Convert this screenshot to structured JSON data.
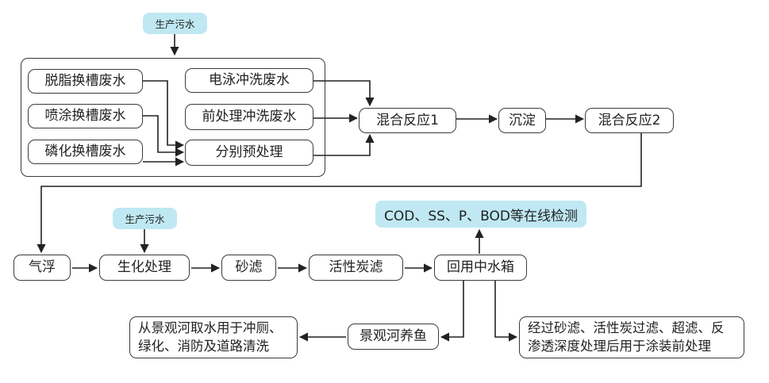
{
  "tags": {
    "source_top": "生产污水",
    "source_bottom": "生产污水",
    "monitoring": "COD、SS、P、BOD等在线检测"
  },
  "nodes": {
    "degreasing_bath": "脱脂换槽废水",
    "spraying_bath": "喷涂换槽废水",
    "phosphating_bath": "磷化换槽废水",
    "electrophoresis_rinse": "电泳冲洗废水",
    "pretreatment_rinse": "前处理冲洗废水",
    "separate_pretreatment": "分别预处理",
    "mix_reaction_1": "混合反应1",
    "sedimentation": "沉淀",
    "mix_reaction_2": "混合反应2",
    "air_flotation": "气浮",
    "biochemical_treatment": "生化处理",
    "sand_filtration": "砂滤",
    "activated_carbon_filtration": "活性炭滤",
    "reclaimed_water_tank": "回用中水箱",
    "landscape_fish": "景观河养鱼",
    "landscape_use_lines": [
      "从景观河取水用于冲厕、",
      "绿化、消防及道路清洗"
    ],
    "advanced_treatment_lines": [
      "经过砂滤、活性炭过滤、超滤、反",
      "渗透深度处理后用于涂装前处理"
    ]
  },
  "colors": {
    "tag_fill": "#bfe8f3",
    "line": "#222222",
    "box_border": "#3b3b3b"
  }
}
